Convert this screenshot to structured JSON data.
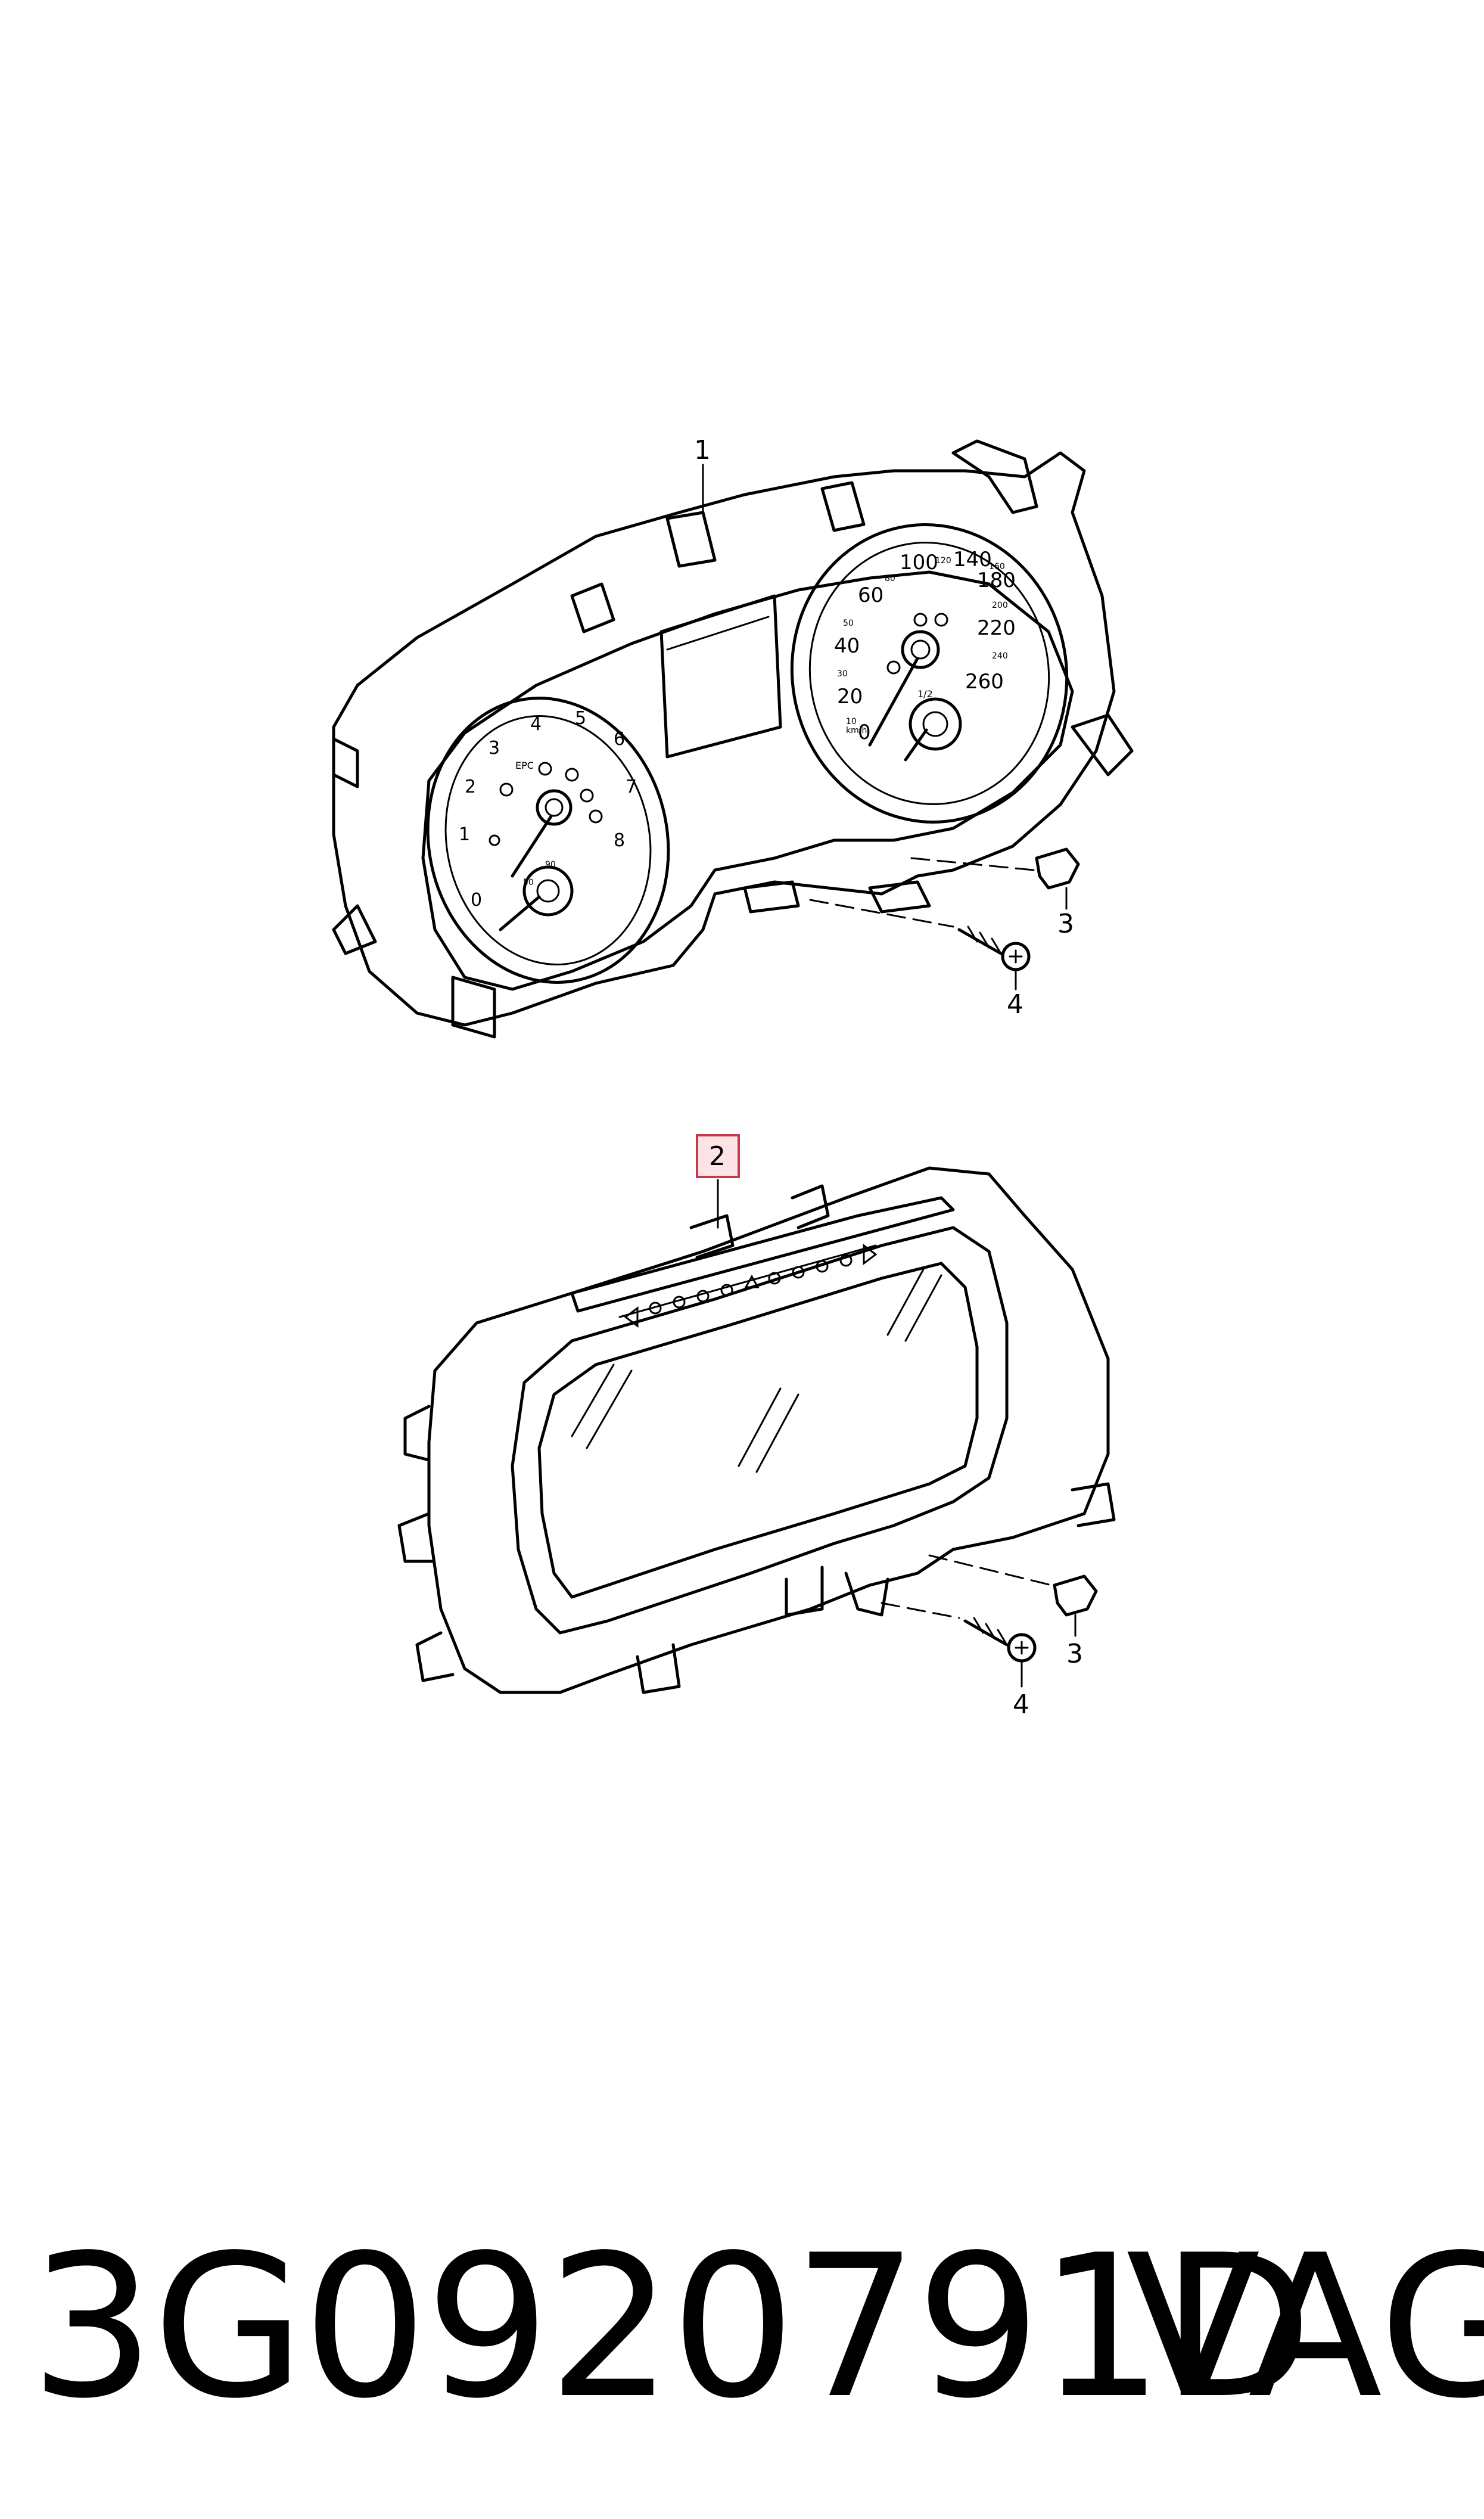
{
  "callouts": {
    "c1": "1",
    "c2": "2",
    "c3_top": "3",
    "c4_top": "4",
    "c3_bottom": "3",
    "c4_bottom": "4"
  },
  "tacho": {
    "numbers": [
      "0",
      "1",
      "2",
      "3",
      "4",
      "5",
      "6",
      "7",
      "8"
    ],
    "epc": "EPC",
    "sub_gauge": [
      "90",
      "50"
    ]
  },
  "speedo": {
    "numbers": [
      "0",
      "20",
      "40",
      "60",
      "100",
      "140",
      "180",
      "220",
      "260"
    ],
    "small_numbers": [
      "10",
      "30",
      "50",
      "80",
      "120",
      "160",
      "200",
      "240"
    ],
    "unit": "km/h",
    "fuel": [
      "1/2"
    ]
  },
  "part_number": "3G0920791D",
  "brand": "VAG",
  "highlight_color": "#c83a4a"
}
